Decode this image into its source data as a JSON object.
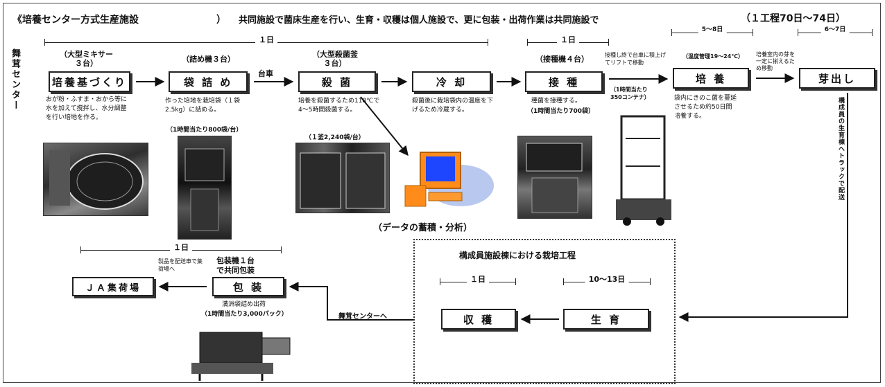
{
  "title": {
    "bracket_label": "《培養センター方式生産施設",
    "close_paren": "）",
    "description": "共同施設で菌床生産を行い、生育・収穫は個人施設で、更に包装・出荷作業は共同施設で",
    "cycle": "（１工程70日～74日）"
  },
  "side_label": "舞茸センター",
  "durations": {
    "top_1day_a": "１日",
    "top_1day_b": "１日",
    "top_5days": "5～8日",
    "top_6_7days": "6～7日",
    "bottom_1day": "１日",
    "member_1day": "１日",
    "member_10_13days": "10～13日"
  },
  "steps": {
    "substrate": {
      "machine": "（大型ミキサー\n３台）",
      "name": "培養基づくり",
      "note": "おが粉・ふすま・おから等に水を加えて撹拌し、水分調整を行い培地を作る。"
    },
    "bagging": {
      "machine": "（詰め機３台）",
      "name": "袋 詰 め",
      "note": "作った培地を栽培袋（１袋2.5kg）に詰める。",
      "rate": "（1時間当たり800袋/台）"
    },
    "sterilize": {
      "machine": "（大型殺菌釜\n３台）",
      "name": "殺 菌",
      "note": "培養を殺菌するため118℃で4～5時間殺菌する。",
      "rate": "（１釜2,240袋/台）"
    },
    "cooling": {
      "name": "冷 却",
      "note": "殺菌後に栽培袋内の温度を下げるため冷蔵する。"
    },
    "inoculate": {
      "machine": "（接種機４台）",
      "name": "接 種",
      "note": "種菌を接種する。",
      "rate": "（1時間当たり700袋）"
    },
    "incubate": {
      "machine": "（温度管理19～24℃）",
      "name": "培 養",
      "note": "袋内にきのこ菌を蔓延させるため約50日間培養する。"
    },
    "sprout": {
      "name": "芽出し",
      "note": "構成員の生育棟へトラックで配送"
    },
    "packaging": {
      "machine": "包装機１台\nで共同包装",
      "name": "包 装",
      "note": "満洲袋詰め出荷",
      "rate": "（1時間当たり3,000パック）"
    },
    "ja": {
      "name": "ＪＡ集荷場",
      "note": "製品を配送車で集荷場へ"
    },
    "harvest": {
      "name": "収 穫"
    },
    "growth": {
      "name": "生 育"
    }
  },
  "connectors": {
    "cart": "台車",
    "lift": "接種し終で台車に積上げてリフトで移動",
    "lift_rate": "（1時間当たり350コンテナ）",
    "to_sprout": "培養室内の芽を一定に揃えるため移動",
    "to_center": "舞茸センターへ"
  },
  "data_caption": "（データの蓄積・分析）",
  "member_process_title": "構成員施設棟における栽培工程"
}
